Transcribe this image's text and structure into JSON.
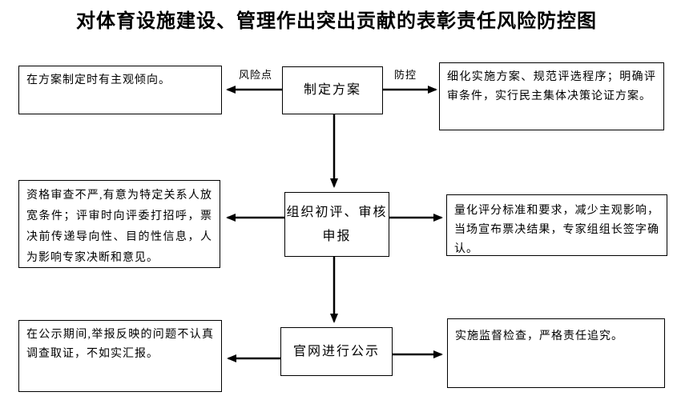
{
  "title": "对体育设施建设、管理作出突出贡献的表彰责任风险防控图",
  "flow_labels": {
    "risk_point": "风险点",
    "prevention": "防控"
  },
  "rows": [
    {
      "risk": "在方案制定时有主观倾向。",
      "step": "制定方案",
      "control": "细化实施方案、规范评选程序；明确评审条件，实行民主集体决策论证方案。"
    },
    {
      "risk": "资格审查不严,有意为特定关系人放宽条件；评审时向评委打招呼，票决前传递导向性、目的性信息，人为影响专家决断和意见。",
      "step_lines": [
        "组织初评、审核",
        "申报"
      ],
      "control": "量化评分标准和要求，减少主观影响，当场宣布票决结果，专家组组长签字确认。"
    },
    {
      "risk": "在公示期间,举报反映的问题不认真调查取证，不如实汇报。",
      "step": "官网进行公示",
      "control": "实施监督检查，严格责任追究。"
    }
  ],
  "colors": {
    "line": "#000000",
    "background": "#ffffff",
    "text": "#000000"
  }
}
